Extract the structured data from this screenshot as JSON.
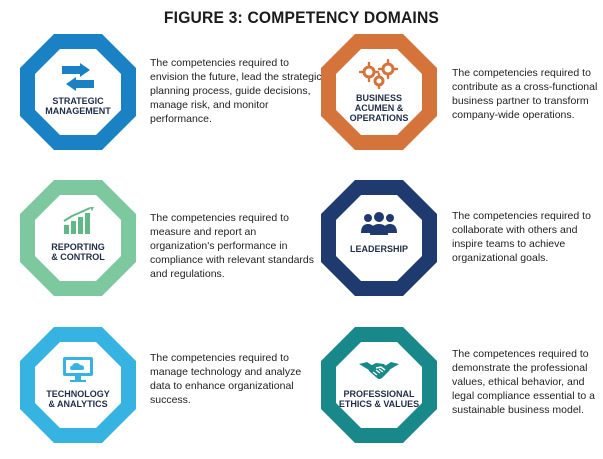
{
  "title": "FIGURE 3: COMPETENCY DOMAINS",
  "domains": [
    {
      "label": "STRATEGIC\nMANAGEMENT",
      "description": "The competencies required to envision the future, lead the strategic planning process, guide decisions, manage risk, and monitor performance.",
      "color": "#1a82c4",
      "icon": "swap-arrows-icon"
    },
    {
      "label": "BUSINESS\nACUMEN &\nOPERATIONS",
      "description": "The competencies required to contribute as a cross-functional business partner to transform company-wide operations.",
      "color": "#d4733a",
      "icon": "gears-icon"
    },
    {
      "label": "REPORTING\n& CONTROL",
      "description": "The competencies required to measure and report an organization's performance in compliance with relevant standards and regulations.",
      "color": "#7ec8a0",
      "icon": "bar-chart-icon"
    },
    {
      "label": "LEADERSHIP",
      "description": "The competencies required to collaborate with others and inspire teams to achieve organizational goals.",
      "color": "#1f3a6e",
      "icon": "team-icon"
    },
    {
      "label": "TECHNOLOGY\n& ANALYTICS",
      "description": "The competencies required to manage technology and analyze data to enhance organizational success.",
      "color": "#36b3e0",
      "icon": "cloud-monitor-icon"
    },
    {
      "label": "PROFESSIONAL\nETHICS & VALUES",
      "description": "The competences required to demonstrate the professional values, ethical behavior, and legal compliance essential to a sustainable business model.",
      "color": "#18888a",
      "icon": "handshake-icon"
    }
  ]
}
